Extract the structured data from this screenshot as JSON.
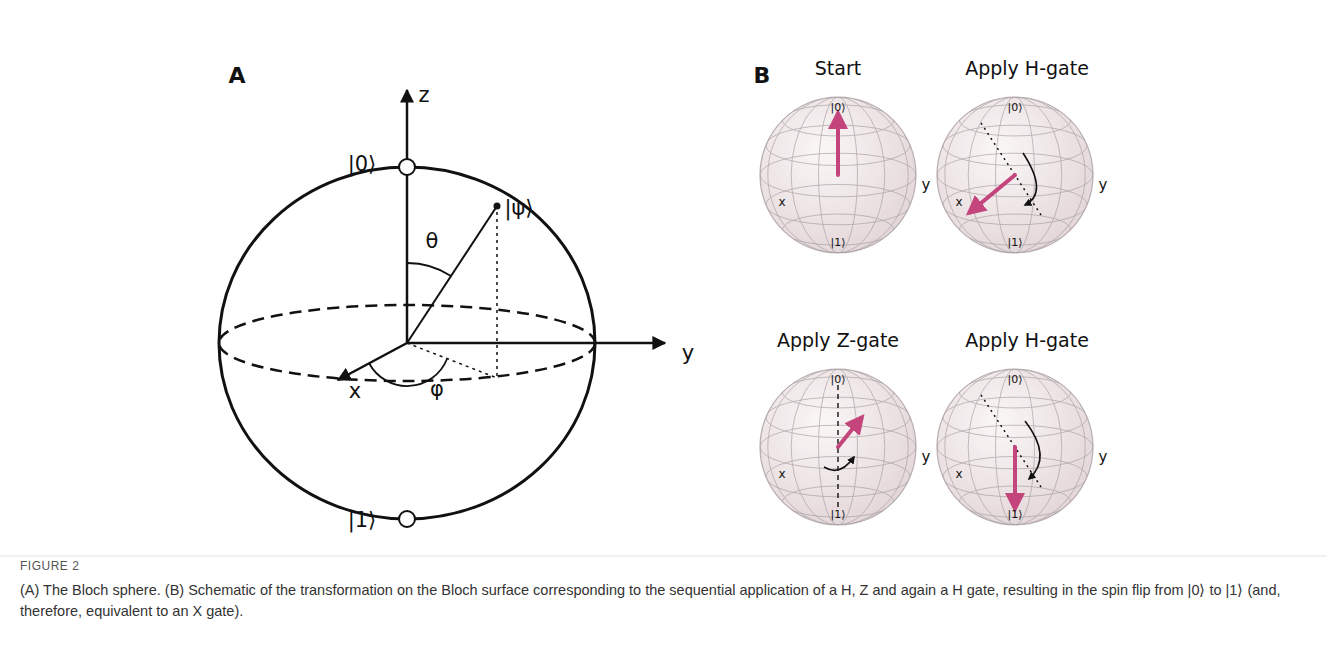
{
  "diagram": {
    "caption": "(A) The Bloch sphere. (B) Schematic of the transformation on the Bloch surface corresponding to the sequential application of a H, Z and again a H gate, resulting in the spin flip from |0⟩ to |1⟩ (and, therefore, equivalent to an X gate).",
    "labels": [
      "A",
      "|0⟩",
      "z",
      "|ψ⟩",
      "θ",
      "y",
      "φ",
      "x",
      "|1⟩",
      "B",
      "Start",
      "|0⟩",
      "x",
      "y",
      "|1⟩",
      "Apply H-gate",
      "|0⟩",
      "x",
      "y",
      "|1⟩",
      "Apply Z-gate",
      "|0⟩",
      "x",
      "y",
      "|1⟩",
      "Apply H-gate",
      "|0⟩",
      "x",
      "y",
      "|1⟩",
      "FIGURE 2"
    ]
  }
}
